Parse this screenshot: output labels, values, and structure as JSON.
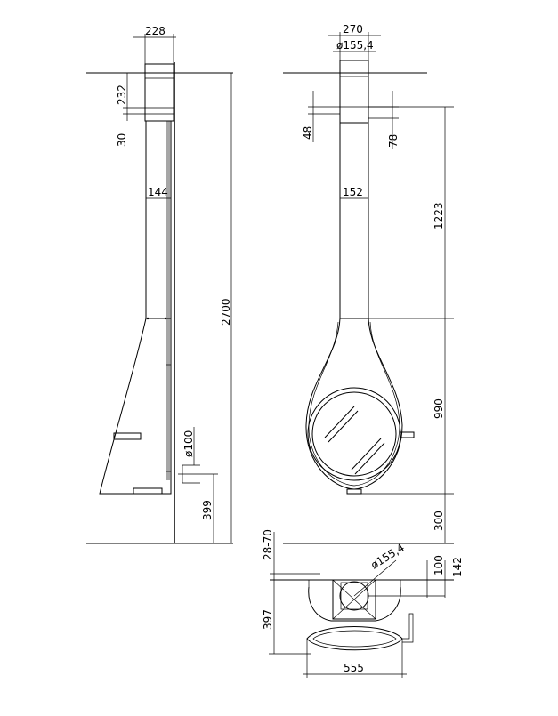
{
  "side_view": {
    "dim_top_width": "228",
    "dim_collar_height": "232",
    "dim_collar_gap": "30",
    "dim_flue_width": "144",
    "dim_total_height": "2700",
    "dim_inlet_diameter": "ø100",
    "dim_inlet_height": "399"
  },
  "front_view": {
    "dim_top_width": "270",
    "dim_flue_diameter": "ø155,4",
    "dim_left_gap": "48",
    "dim_right_gap": "78",
    "dim_flue_width": "152",
    "dim_flue_length": "1223",
    "dim_body_height": "990",
    "dim_floor_clearance": "300"
  },
  "plan_view": {
    "dim_wall_gap": "28-70",
    "dim_flue_diameter": "ø155,4",
    "dim_flue_offset": "100",
    "dim_flue_offset_outer": "142",
    "dim_depth": "397",
    "dim_width": "555"
  }
}
